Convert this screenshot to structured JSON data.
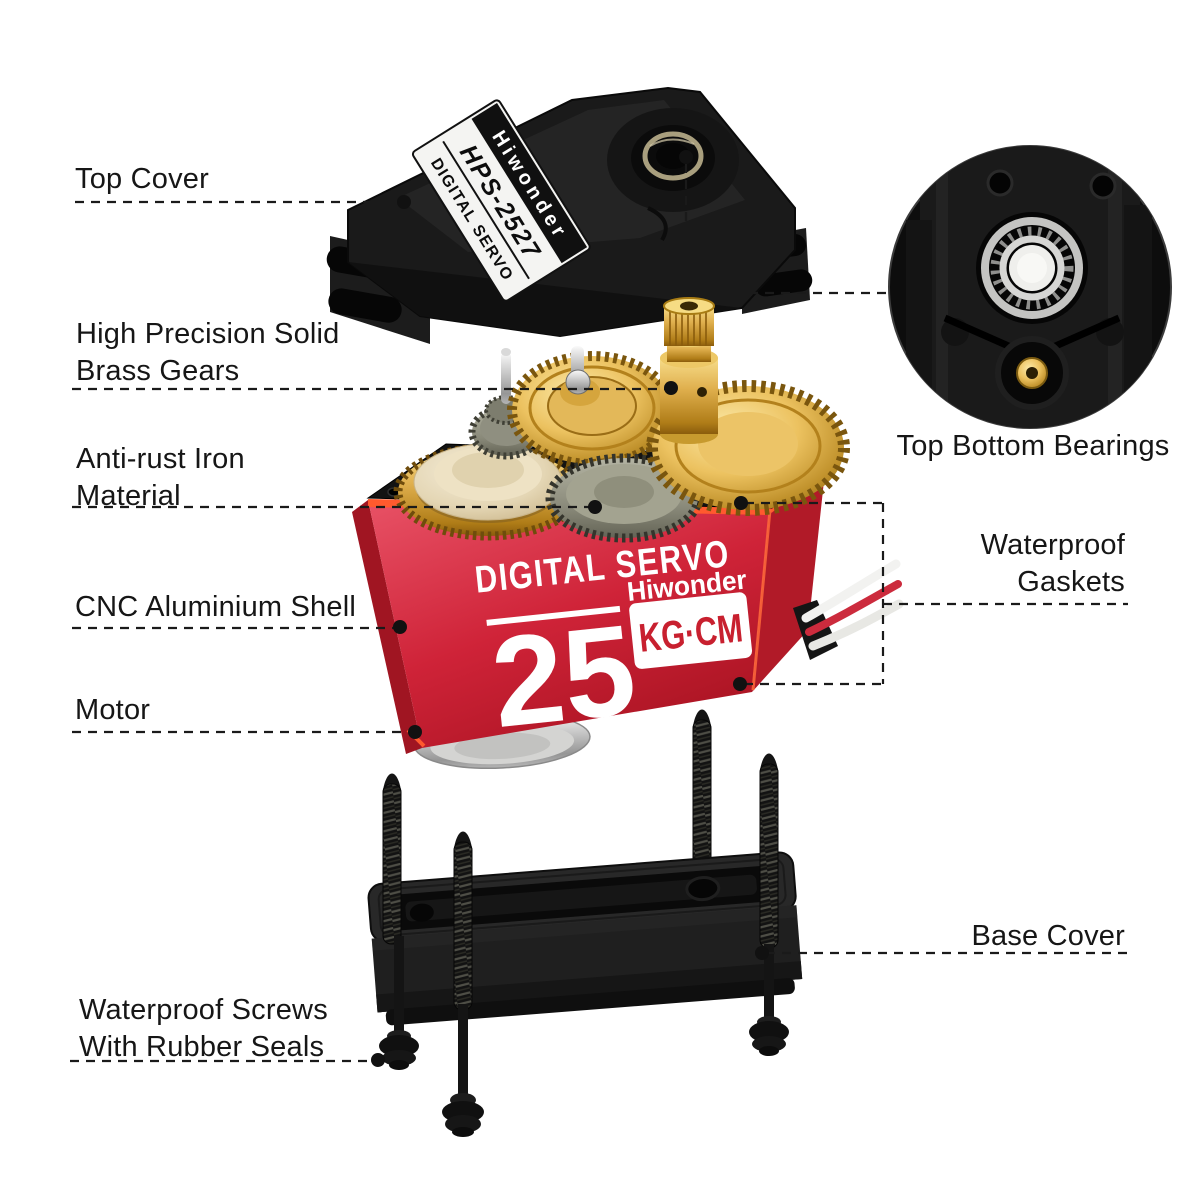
{
  "figure": {
    "background": "#ffffff",
    "type": "exploded product diagram of a waterproof digital servo"
  },
  "callouts": {
    "top_cover": "Top Cover",
    "brass_gears": "High Precision Solid\nBrass Gears",
    "anti_rust": "Anti-rust Iron\nMaterial",
    "cnc_shell": "CNC Aluminium Shell",
    "motor": "Motor",
    "waterproof_screws": "Waterproof Screws\nWith Rubber Seals",
    "top_bottom_bearings": "Top Bottom Bearings",
    "waterproof_gaskets": "Waterproof\nGaskets",
    "base_cover": "Base Cover"
  },
  "product": {
    "cover_label": {
      "brand": "Hiwonder",
      "model": "HPS-2527",
      "type": "DIGITAL SERVO"
    },
    "body": {
      "title": "DIGITAL SERVO",
      "brand": "Hiwonder",
      "torque_value": "25",
      "torque_unit": "KG·CM"
    }
  },
  "colors": {
    "shell_red": "#c8202f",
    "gasket_orange": "#ff5a2e",
    "brass_gold": "#d9a33c",
    "plastic_black": "#1a1a1a",
    "label_text": "#161616"
  }
}
